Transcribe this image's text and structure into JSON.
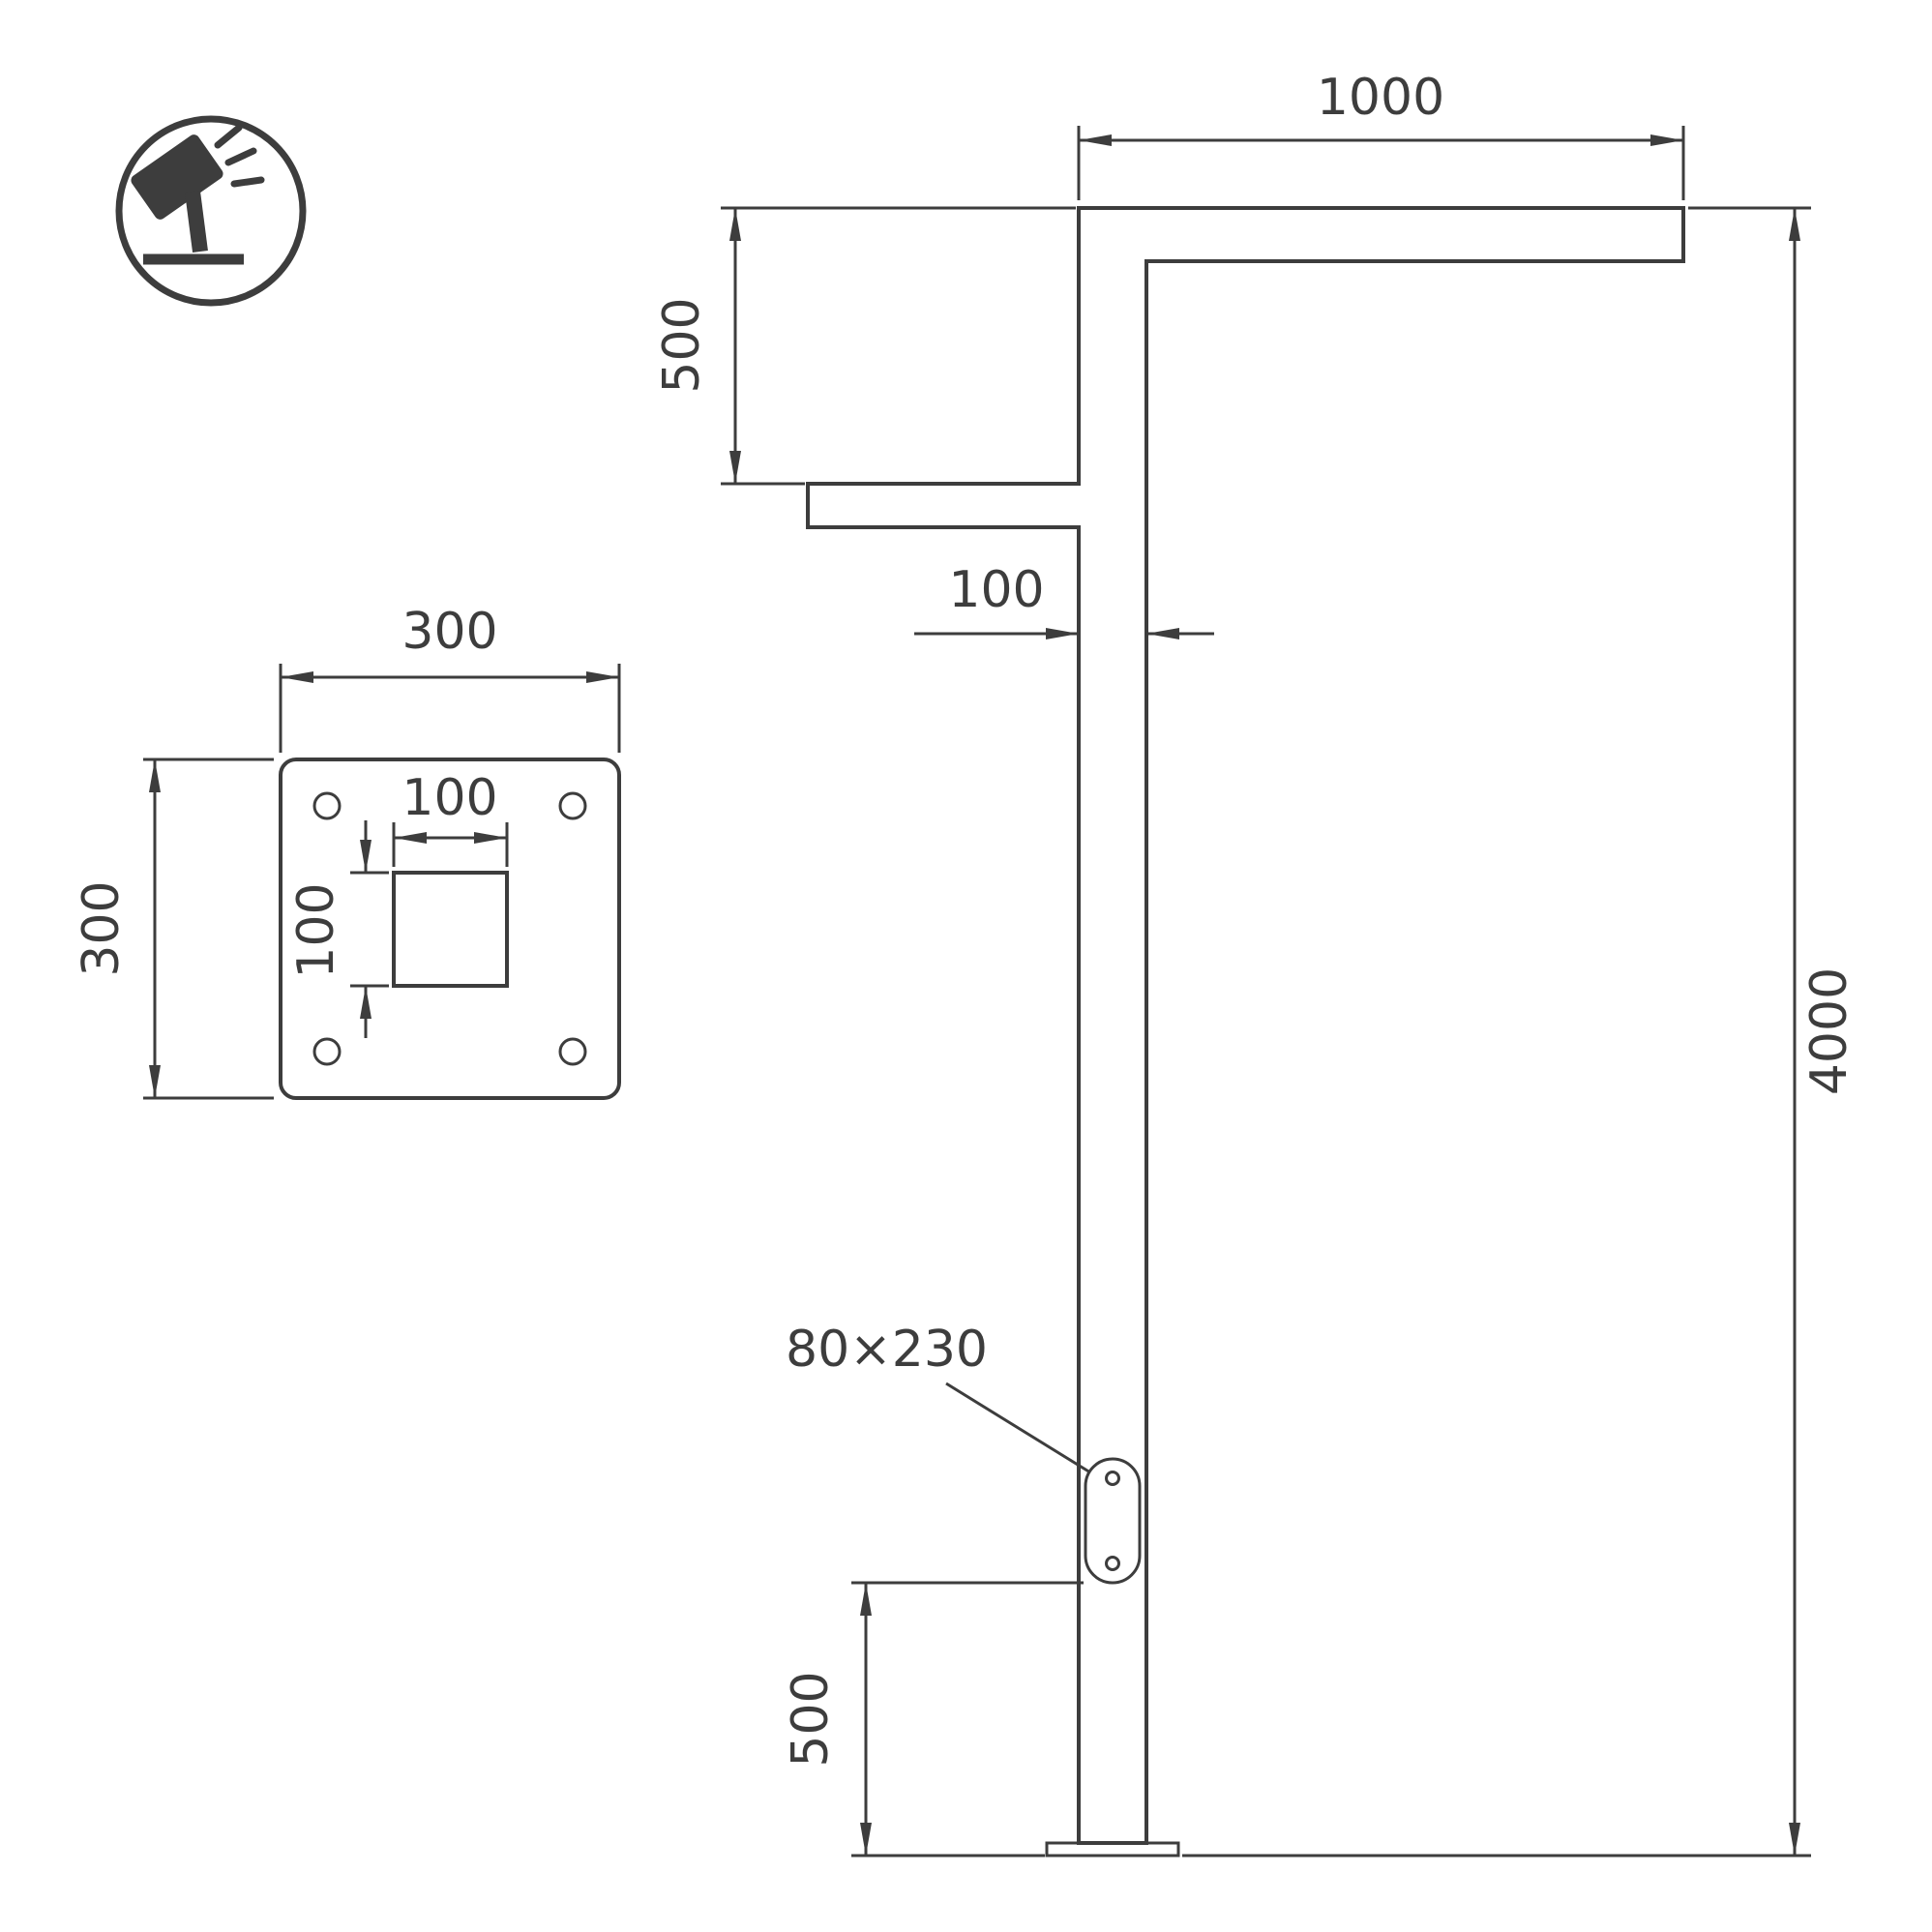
{
  "meta": {
    "drawing_type": "technical-dimension-drawing",
    "background_color": "#ffffff",
    "line_color": "#3d3d3d"
  },
  "icon": {
    "name": "floodlight-icon"
  },
  "front_view": {
    "arm_length": "1000",
    "arm_drop": "500",
    "pole_width": "100",
    "pole_height": "4000",
    "hatch_size": "80×230",
    "hatch_elevation": "500"
  },
  "base_plate_view": {
    "plate_width": "300",
    "plate_height": "300",
    "hole_width": "100",
    "hole_height": "100"
  }
}
